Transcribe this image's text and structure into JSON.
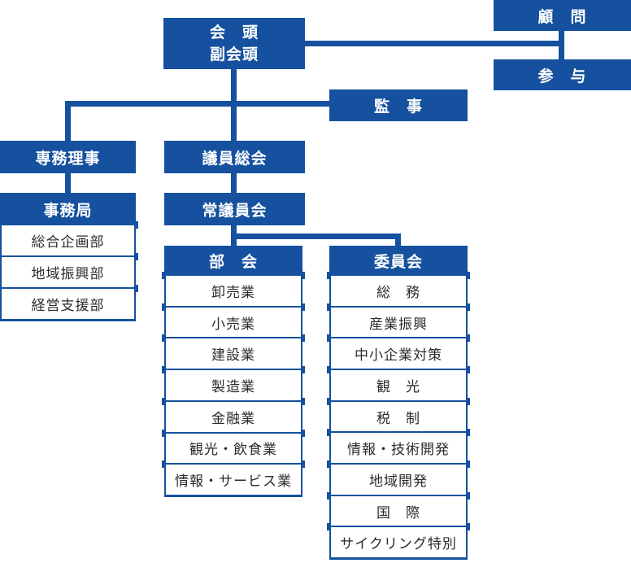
{
  "colors": {
    "primary_blue": "#15519E",
    "item_text": "#2B2B2B",
    "background": "#FFFFFF"
  },
  "org_chart": {
    "chairman": {
      "line1": "会　頭",
      "line2": "副会頭"
    },
    "advisor_label": "顧　問",
    "counselor_label": "参　与",
    "auditor_label": "監　事",
    "executive_director_label": "専務理事",
    "general_assembly_label": "議員総会",
    "standing_council_label": "常議員会",
    "secretariat": {
      "label": "事務局",
      "departments": [
        "総合企画部",
        "地域振興部",
        "経営支援部"
      ]
    },
    "sections": {
      "label": "部　会",
      "items": [
        "卸売業",
        "小売業",
        "建設業",
        "製造業",
        "金融業",
        "観光・飲食業",
        "情報・サービス業"
      ]
    },
    "committees": {
      "label": "委員会",
      "items": [
        "総　務",
        "産業振興",
        "中小企業対策",
        "観　光",
        "税　制",
        "情報・技術開発",
        "地域開発",
        "国　際",
        "サイクリング特別"
      ]
    }
  }
}
